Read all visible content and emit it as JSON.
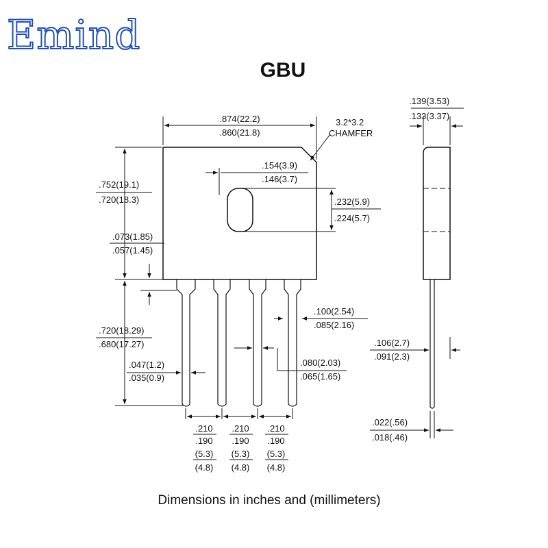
{
  "brand": {
    "logo_text": "Emind",
    "logo_color": "#1f4fbf"
  },
  "package": {
    "title": "GBU"
  },
  "dimensions": {
    "overall_width": {
      "max": ".874(22.2)",
      "min": ".860(21.8)"
    },
    "chamfer": {
      "size": "3.2*3.2",
      "label": "CHAMFER"
    },
    "hole_offset": {
      "max": ".154(3.9)",
      "min": ".146(3.7)"
    },
    "hole_height": {
      "max": ".232(5.9)",
      "min": ".224(5.7)"
    },
    "body_height": {
      "max": ".752(19.1)",
      "min": ".720(18.3)"
    },
    "standoff": {
      "max": ".073(1.85)",
      "min": ".057(1.45)"
    },
    "lead_length": {
      "max": ".720(18.29)",
      "min": ".680(17.27)"
    },
    "lead_width": {
      "max": ".047(1.2)",
      "min": ".035(0.9)"
    },
    "lead_shoulder": {
      "max": ".100(2.54)",
      "min": ".085(2.16)"
    },
    "lead_shoulder_width": {
      "max": ".080(2.03)",
      "min": ".065(1.65)"
    },
    "side_thickness": {
      "max": ".139(3.53)",
      "min": ".133(3.37)"
    },
    "lead_offset": {
      "max": ".106(2.7)",
      "min": ".091(2.3)"
    },
    "lead_thickness": {
      "max": ".022(.56)",
      "min": ".018(.46)"
    },
    "pitch": [
      {
        "max": ".210",
        "min": ".190",
        "mm_max": "(5.3)",
        "mm_min": "(4.8)"
      },
      {
        "max": ".210",
        "min": ".190",
        "mm_max": "(5.3)",
        "mm_min": "(4.8)"
      },
      {
        "max": ".210",
        "min": ".190",
        "mm_max": "(5.3)",
        "mm_min": "(4.8)"
      }
    ]
  },
  "caption": "Dimensions in inches and (millimeters)"
}
